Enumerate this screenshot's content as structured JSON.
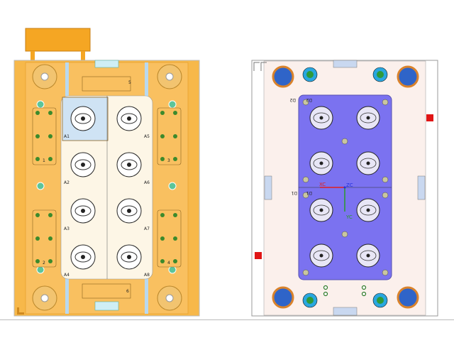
{
  "viewport": {
    "left_view": {
      "cavity_labels": [
        "A1",
        "A2",
        "A3",
        "A4",
        "A5",
        "A6",
        "A7",
        "A8"
      ],
      "block_numbers": [
        "1",
        "2",
        "3",
        "4",
        "5",
        "6"
      ],
      "colors": {
        "plate": "#f7b84a",
        "plate_edge": "#e39a25",
        "insert": "#fdf6e6",
        "handle": "#f5a623",
        "pin": "#5cc59a",
        "water": "#b9d9f0"
      }
    },
    "right_view": {
      "plate_labels": [
        "D1",
        "D2"
      ],
      "axes": {
        "x": "XC",
        "y": "YC",
        "z": "ZC"
      },
      "colors": {
        "plate": "#fbf0ec",
        "core": "#7b72f0",
        "guide_ring": "#d9822b",
        "guide": "#2f64c8",
        "pin_ring": "#29a7e0",
        "pin": "#2e9a3a",
        "connector": "#e01515"
      }
    }
  }
}
